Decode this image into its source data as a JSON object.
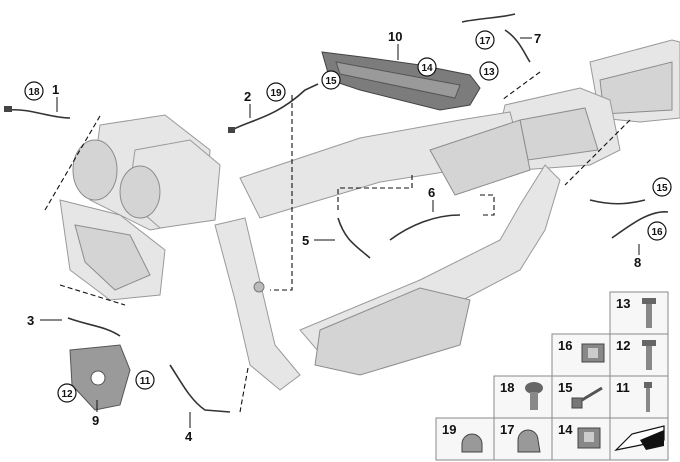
{
  "callouts": [
    {
      "label": "1"
    },
    {
      "label": "2"
    },
    {
      "label": "3"
    },
    {
      "label": "4"
    },
    {
      "label": "5"
    },
    {
      "label": "6"
    },
    {
      "label": "7"
    },
    {
      "label": "8"
    },
    {
      "label": "9"
    },
    {
      "label": "10"
    }
  ],
  "circled": [
    {
      "label": "18"
    },
    {
      "label": "19"
    },
    {
      "label": "17"
    },
    {
      "label": "15"
    },
    {
      "label": "14"
    },
    {
      "label": "13"
    },
    {
      "label": "15"
    },
    {
      "label": "16"
    },
    {
      "label": "12"
    },
    {
      "label": "11"
    }
  ],
  "parts_grid": {
    "cells": [
      {
        "label": "13"
      },
      {
        "label": "16"
      },
      {
        "label": "12"
      },
      {
        "label": "18"
      },
      {
        "label": "15"
      },
      {
        "label": "11"
      },
      {
        "label": "19"
      },
      {
        "label": "17"
      },
      {
        "label": "14"
      }
    ]
  }
}
